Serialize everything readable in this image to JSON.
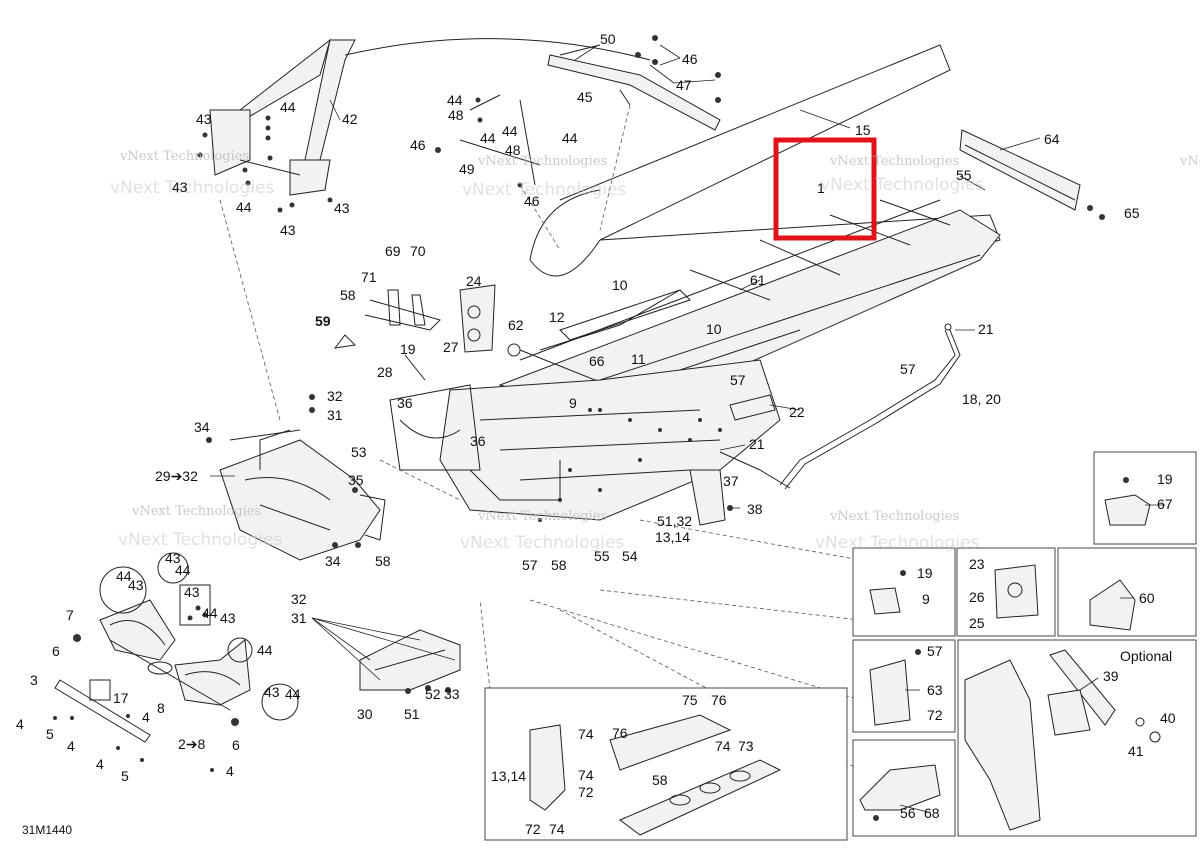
{
  "diagram": {
    "ref_code": "31M1440",
    "optional_label": "Optional",
    "watermark": "vNext Technologies",
    "highlight_label": "1",
    "callouts": [
      {
        "id": "c50",
        "text": "50"
      },
      {
        "id": "c46a",
        "text": "46"
      },
      {
        "id": "c47",
        "text": "47"
      },
      {
        "id": "c45",
        "text": "45"
      },
      {
        "id": "c44a",
        "text": "44"
      },
      {
        "id": "c48",
        "text": "48"
      },
      {
        "id": "c44b",
        "text": "44"
      },
      {
        "id": "c44c",
        "text": "44"
      },
      {
        "id": "c44d",
        "text": "44"
      },
      {
        "id": "c46b",
        "text": "46"
      },
      {
        "id": "c48b",
        "text": "48"
      },
      {
        "id": "c49",
        "text": "49"
      },
      {
        "id": "c46c",
        "text": "46"
      },
      {
        "id": "c15",
        "text": "15"
      },
      {
        "id": "c64",
        "text": "64"
      },
      {
        "id": "c55a",
        "text": "55"
      },
      {
        "id": "c65",
        "text": "65"
      },
      {
        "id": "c42",
        "text": "42"
      },
      {
        "id": "c43a",
        "text": "43"
      },
      {
        "id": "c44e",
        "text": "44"
      },
      {
        "id": "c43b",
        "text": "43"
      },
      {
        "id": "c44f",
        "text": "44"
      },
      {
        "id": "c43c",
        "text": "43"
      },
      {
        "id": "c43d",
        "text": "43"
      },
      {
        "id": "c69",
        "text": "69"
      },
      {
        "id": "c70",
        "text": "70"
      },
      {
        "id": "c71",
        "text": "71"
      },
      {
        "id": "c58a",
        "text": "58"
      },
      {
        "id": "c59",
        "text": "59"
      },
      {
        "id": "c24",
        "text": "24"
      },
      {
        "id": "c62",
        "text": "62"
      },
      {
        "id": "c27",
        "text": "27"
      },
      {
        "id": "c19a",
        "text": "19"
      },
      {
        "id": "c28",
        "text": "28"
      },
      {
        "id": "c10a",
        "text": "10"
      },
      {
        "id": "c61",
        "text": "61"
      },
      {
        "id": "c12",
        "text": "12"
      },
      {
        "id": "c10b",
        "text": "10"
      },
      {
        "id": "c21a",
        "text": "21"
      },
      {
        "id": "c66",
        "text": "66"
      },
      {
        "id": "c11",
        "text": "11"
      },
      {
        "id": "c57a",
        "text": "57"
      },
      {
        "id": "c57b",
        "text": "57"
      },
      {
        "id": "c1820",
        "text": "18, 20"
      },
      {
        "id": "c9a",
        "text": "9"
      },
      {
        "id": "c22",
        "text": "22"
      },
      {
        "id": "c32a",
        "text": "32"
      },
      {
        "id": "c31a",
        "text": "31"
      },
      {
        "id": "c36a",
        "text": "36"
      },
      {
        "id": "c34a",
        "text": "34"
      },
      {
        "id": "c36b",
        "text": "36"
      },
      {
        "id": "c21b",
        "text": "21"
      },
      {
        "id": "c53",
        "text": "53"
      },
      {
        "id": "c2932",
        "text": "29➔32"
      },
      {
        "id": "c35",
        "text": "35"
      },
      {
        "id": "c37",
        "text": "37"
      },
      {
        "id": "c38",
        "text": "38"
      },
      {
        "id": "c5132",
        "text": "51,32"
      },
      {
        "id": "c1314a",
        "text": "13,14"
      },
      {
        "id": "c34b",
        "text": "34"
      },
      {
        "id": "c58b",
        "text": "58"
      },
      {
        "id": "c57c",
        "text": "57"
      },
      {
        "id": "c58c",
        "text": "58"
      },
      {
        "id": "c55b",
        "text": "55"
      },
      {
        "id": "c54",
        "text": "54"
      },
      {
        "id": "c19b",
        "text": "19"
      },
      {
        "id": "c67",
        "text": "67"
      },
      {
        "id": "c43e",
        "text": "43"
      },
      {
        "id": "c44g",
        "text": "44"
      },
      {
        "id": "c44h",
        "text": "44"
      },
      {
        "id": "c43f",
        "text": "43"
      },
      {
        "id": "c32b",
        "text": "32"
      },
      {
        "id": "c31b",
        "text": "31"
      },
      {
        "id": "c43g",
        "text": "43"
      },
      {
        "id": "c44i",
        "text": "44"
      },
      {
        "id": "c43h",
        "text": "43"
      },
      {
        "id": "c7",
        "text": "7"
      },
      {
        "id": "c6a",
        "text": "6"
      },
      {
        "id": "c44j",
        "text": "44"
      },
      {
        "id": "c3",
        "text": "3"
      },
      {
        "id": "c17",
        "text": "17"
      },
      {
        "id": "c8",
        "text": "8"
      },
      {
        "id": "c43i",
        "text": "43"
      },
      {
        "id": "c44k",
        "text": "44"
      },
      {
        "id": "c4a",
        "text": "4"
      },
      {
        "id": "c5a",
        "text": "5"
      },
      {
        "id": "c4b",
        "text": "4"
      },
      {
        "id": "c4c",
        "text": "4"
      },
      {
        "id": "c28b",
        "text": "2➔8"
      },
      {
        "id": "c6b",
        "text": "6"
      },
      {
        "id": "c4d",
        "text": "4"
      },
      {
        "id": "c5b",
        "text": "5"
      },
      {
        "id": "c4e",
        "text": "4"
      },
      {
        "id": "c52",
        "text": "52"
      },
      {
        "id": "c33",
        "text": "33"
      },
      {
        "id": "c30",
        "text": "30"
      },
      {
        "id": "c51",
        "text": "51"
      },
      {
        "id": "c19c",
        "text": "19"
      },
      {
        "id": "c9b",
        "text": "9"
      },
      {
        "id": "c23",
        "text": "23"
      },
      {
        "id": "c26",
        "text": "26"
      },
      {
        "id": "c25",
        "text": "25"
      },
      {
        "id": "c60",
        "text": "60"
      },
      {
        "id": "c57d",
        "text": "57"
      },
      {
        "id": "c63",
        "text": "63"
      },
      {
        "id": "c72a",
        "text": "72"
      },
      {
        "id": "c39",
        "text": "39"
      },
      {
        "id": "c40",
        "text": "40"
      },
      {
        "id": "c41",
        "text": "41"
      },
      {
        "id": "c56",
        "text": "56"
      },
      {
        "id": "c68",
        "text": "68"
      },
      {
        "id": "c75",
        "text": "75"
      },
      {
        "id": "c76a",
        "text": "76"
      },
      {
        "id": "c74a",
        "text": "74"
      },
      {
        "id": "c76b",
        "text": "76"
      },
      {
        "id": "c74b",
        "text": "74"
      },
      {
        "id": "c73",
        "text": "73"
      },
      {
        "id": "c58d",
        "text": "58"
      },
      {
        "id": "c1314b",
        "text": "13,14"
      },
      {
        "id": "c74c",
        "text": "74"
      },
      {
        "id": "c72b",
        "text": "72"
      },
      {
        "id": "c72c",
        "text": "72"
      },
      {
        "id": "c74d",
        "text": "74"
      }
    ]
  }
}
